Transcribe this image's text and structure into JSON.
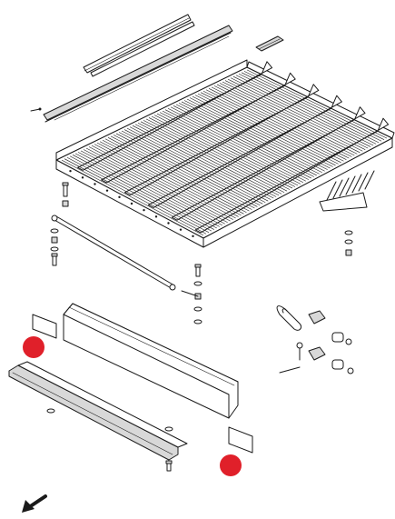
{
  "figure": {
    "subject": "parts-explosion",
    "background": "#ffffff",
    "line_color": "#1a1a1a",
    "marker_color": "#e0202a"
  },
  "markers": [
    {
      "id": "marker-left",
      "icon": "red-dot-icon"
    },
    {
      "id": "marker-right",
      "icon": "red-dot-icon"
    }
  ],
  "direction_arrow": {
    "icon": "arrow-down-left-icon"
  }
}
